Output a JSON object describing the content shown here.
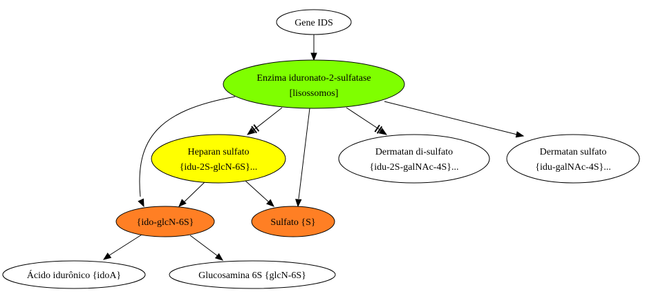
{
  "colors": {
    "green": "#7fff00",
    "yellow": "#ffff00",
    "orange": "#ff7f24",
    "white": "#ffffff",
    "stroke": "#000000"
  },
  "nodes": {
    "gene": {
      "line1": "Gene IDS",
      "fill": "white"
    },
    "enzyme": {
      "line1": "Enzima iduronato-2-sulfatase",
      "line2": "[lisossomos]",
      "fill": "green"
    },
    "heparan": {
      "line1": "Heparan sulfato",
      "line2": "{idu-2S-glcN-6S}...",
      "fill": "yellow"
    },
    "dermatan_di": {
      "line1": "Dermatan di-sulfato",
      "line2": "{idu-2S-galNAc-4S}...",
      "fill": "white"
    },
    "dermatan": {
      "line1": "Dermatan sulfato",
      "line2": "{idu-galNAc-4S}...",
      "fill": "white"
    },
    "ido_glcn": {
      "line1": "{ido-glcN-6S}",
      "fill": "orange"
    },
    "sulfato": {
      "line1": "Sulfato {S}",
      "fill": "orange"
    },
    "acido": {
      "line1": "Ácido idurônico {idoA}",
      "fill": "white"
    },
    "glucosamina": {
      "line1": "Glucosamina 6S {glcN-6S}",
      "fill": "white"
    }
  },
  "edges": [
    {
      "from": "gene",
      "to": "enzyme",
      "blocked": false
    },
    {
      "from": "enzyme",
      "to": "heparan",
      "blocked": true
    },
    {
      "from": "enzyme",
      "to": "sulfato",
      "blocked": false
    },
    {
      "from": "enzyme",
      "to": "dermatan_di",
      "blocked": true
    },
    {
      "from": "enzyme",
      "to": "dermatan",
      "blocked": false
    },
    {
      "from": "enzyme",
      "to": "ido_glcn",
      "blocked": false
    },
    {
      "from": "heparan",
      "to": "ido_glcn",
      "blocked": false
    },
    {
      "from": "heparan",
      "to": "sulfato",
      "blocked": false
    },
    {
      "from": "ido_glcn",
      "to": "acido",
      "blocked": false
    },
    {
      "from": "ido_glcn",
      "to": "glucosamina",
      "blocked": false
    }
  ]
}
